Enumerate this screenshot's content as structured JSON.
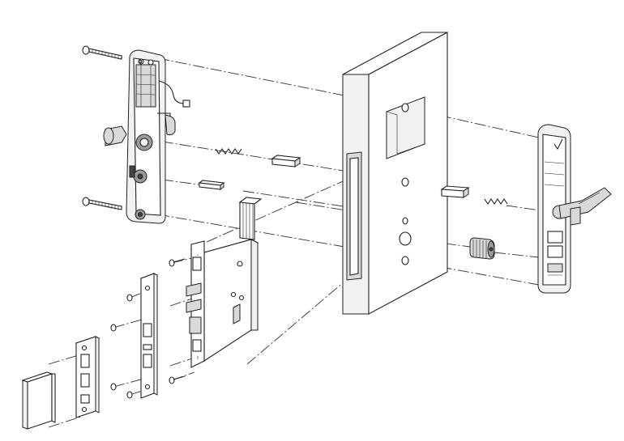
{
  "diagram": {
    "parts": [
      "screw-top",
      "screw-bottom",
      "inner-handle-panel",
      "spindle-spring-upper",
      "square-spindle-upper",
      "square-spindle-lower",
      "ribbon-cable",
      "door-slab",
      "mortise-lock-body",
      "faceplate",
      "strike-plate",
      "strike-box",
      "outer-handle-panel",
      "spindle-spring-outer",
      "square-spindle-outer",
      "cylinder-insert"
    ],
    "colors": {
      "line": "#222222",
      "fill": "#ffffff",
      "shade": "#d9d9d9",
      "dark": "#444444"
    }
  }
}
